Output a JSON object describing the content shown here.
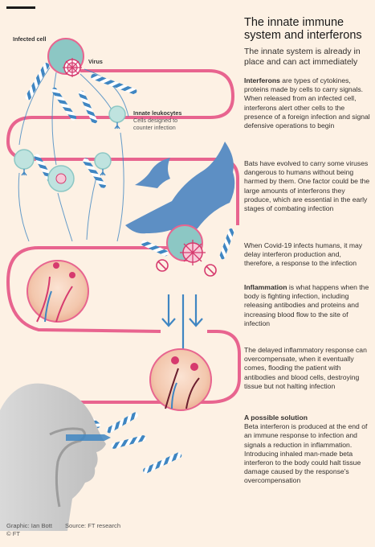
{
  "header": {
    "title": "The innate immune system and interferons",
    "subtitle": "The innate system is already in place and can act immediately"
  },
  "labels": {
    "infected_cell": "Infected cell",
    "virus": "Virus",
    "leukocytes_title": "Innate leukocytes",
    "leukocytes_desc": "Cells designed to counter infection"
  },
  "paragraphs": {
    "interferons_term": "Interferons",
    "interferons_body": " are types of cytokines, proteins made by cells to carry signals. When released from an infected cell, interferons alert other cells to the presence of a foreign infection and signal defensive operations to begin",
    "bats": "Bats have evolved to carry some viruses dangerous to humans without being harmed by them. One factor could be the large amounts of interferons they produce, which are essential in the early stages of combating infection",
    "covid": "When Covid-19 infects humans, it may delay interferon production and, therefore, a response to the infection",
    "inflammation_term": "Inflammation",
    "inflammation_body": " is what happens when the body is fighting infection, including releasing antibodies and proteins and increasing blood flow to the site of infection",
    "delayed": "The delayed inflammatory response can overcompensate, when it eventually comes, flooding the patient with antibodies and blood cells, destroying tissue but not halting infection",
    "solution_head": "A possible solution",
    "solution_body": "Beta interferon is produced at the end of an immune response to infection and signals a reduction in inflammation. Introducing inhaled man-made beta interferon to the body could halt tissue damage caused by the response's overcompensation"
  },
  "credits": {
    "graphic": "Graphic: Ian Bott",
    "source": "Source: FT research",
    "copyright": "© FT"
  },
  "colors": {
    "background": "#fdf1e4",
    "path_pink": "#e8648f",
    "cell_teal": "#8cc7c4",
    "virus_pink": "#d63a6e",
    "arrow_blue": "#3f86c2",
    "bat_blue": "#5d8fc4"
  }
}
